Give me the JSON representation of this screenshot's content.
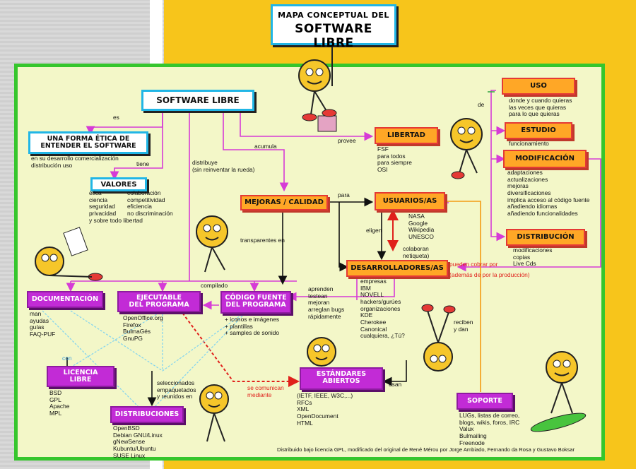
{
  "title": {
    "small": "MAPA CONCEPTUAL DEL",
    "big": "SOFTWARE LIBRE"
  },
  "nodes": {
    "software_libre": "SOFTWARE LIBRE",
    "forma_etica": "UNA FORMA ÉTICA DE\nENTENDER EL SOFTWARE",
    "valores": "VALORES",
    "mejoras": "MEJORAS / CALIDAD",
    "libertad": "LIBERTAD",
    "uso": "USO",
    "estudio": "ESTUDIO",
    "modificacion": "MODIFICACIÓN",
    "distribucion": "DISTRIBUCIÓN",
    "usuarios": "USUARIOS/AS",
    "desarrolladores": "DESARROLLADORES/AS",
    "documentacion": "DOCUMENTACIÓN",
    "ejecutable": "EJECUTABLE\nDEL PROGRAMA",
    "codigo": "CÓDIGO FUENTE\nDEL PROGRAMA",
    "licencia": "LICENCIA\nLIBRE",
    "distribuciones": "DISTRIBUCIONES",
    "estandares": "ESTÁNDARES\nABIERTOS",
    "soporte": "SOPORTE"
  },
  "labels": {
    "es": "es",
    "tiene": "tiene",
    "distribuye": "distribuye\n(sin reinventar la rueda)",
    "acumula": "acumula",
    "provee": "provee",
    "de": "de",
    "para": "para",
    "eligen": "eligen",
    "colaboran": "colaboran\nnetiqueta)",
    "transparentes": "transparentes en",
    "compilado": "compilado",
    "aprenden": "aprenden\ntestean\nmejoran\narreglan bugs\nrápidamente",
    "con": "con",
    "seleccionados": "seleccionados\nempaquetados\ny reunidos en",
    "comunican": "se comunican\nmediante",
    "usan": "usan",
    "reciben": "reciben\ny dan",
    "pueden_cobrar": "pueden cobrar por",
    "ademas": "(además de por la producción)"
  },
  "texts": {
    "forma_etica_sub": "en su desarrollo comercialización\ndistribución uso",
    "valores_col1": "ética\nciencia\nseguridad\nprivacidad\ny sobre todo libertad",
    "valores_col2": "colaboración\ncompetitividad\neficiencia\nno discriminación",
    "uso_sub": "donde y cuando quieras\nlas veces que quieras\npara lo que quieras",
    "estudio_sub": "funcionamiento",
    "modificacion_sub": "adaptaciones\nactualizaciones\nmejoras\ndiversificaciones\nimplica acceso al código fuente\nañadiendo idiomas\nañadiendo funcionalidades",
    "distribucion_sub": "modificaciones\ncopias\nLive Cds",
    "libertad_sub": "FSF\npara todos\npara siempre\nOSI",
    "usuarios_sub": "NASA\nGoogle\nWikipedia\nUNESCO",
    "desarrolladores_sub": "empresas\nIBM\nNOVELL\nhackers/gurúes\norganizaciones\nKDE\nCherokee\nCanonical\ncualquiera, ¿Tú?",
    "documentacion_sub": "man\nayudas\nguías\nFAQ-PUF",
    "ejecutable_sub": "OpenOffice.org\nFirefox\nBulmaGés\nGnuPG",
    "codigo_sub": "+ iconos e imágenes\n+ plantillas\n+ samples de sonido",
    "licencia_sub": "BSD\nGPL\nApache\nMPL",
    "distribuciones_sub": "OpenBSD\nDebian GNU/Linux\ngNewSense\nKubuntu/Ubuntu\nSUSE Linux",
    "estandares_sub": "(IETF, IEEE, W3C,...)\nRFCs\nXML\nOpenDocument\nHTML",
    "soporte_sub": "LUGs, listas de correo,\nblogs, wikis, foros, IRC\nValux\nBulmailing\nFreenode"
  },
  "credit": "Distribuido bajo licencia GPL, modificado del original de René Mérou por Jorge Ambiado, Fernando da Rosa y Gustavo Boksar",
  "colors": {
    "background": "#f7c51b",
    "board": "#f3f7c8",
    "border": "#36c62d",
    "line_green": "#3da84a",
    "line_magenta": "#d63bd6",
    "line_black": "#111111",
    "line_blue": "#7fd3f0"
  }
}
